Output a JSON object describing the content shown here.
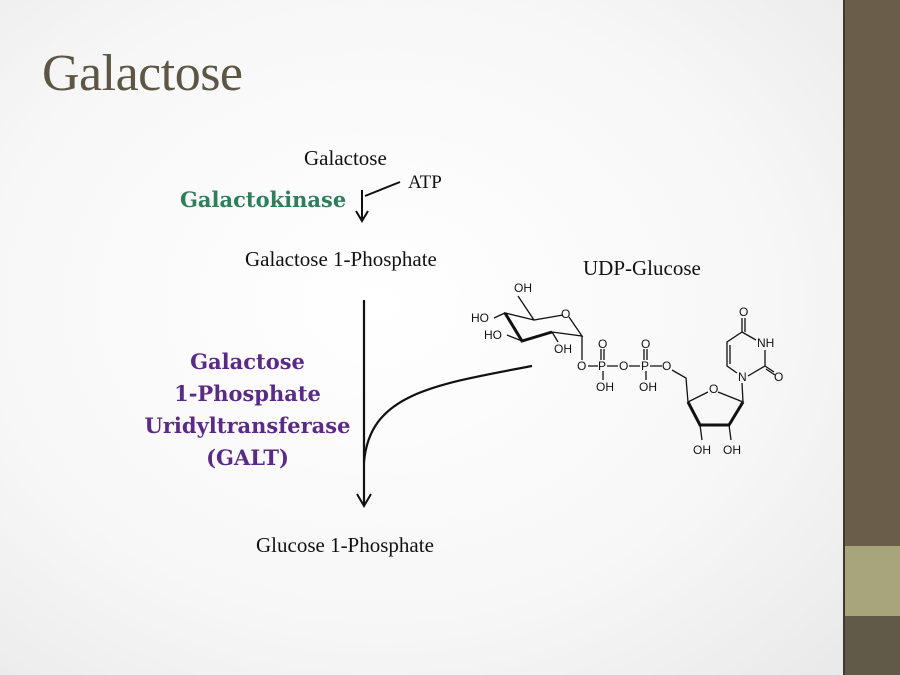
{
  "slide": {
    "title": "Galactose",
    "galactose": "Galactose",
    "atp": "ATP",
    "galactokinase": "Galactokinase",
    "gal1p": "Galactose 1-Phosphate",
    "udp_glucose": "UDP-Glucose",
    "galt_lines": [
      "Galactose",
      "1-Phosphate",
      "Uridyltransferase",
      "(GALT)"
    ],
    "glc1p": "Glucose 1-Phosphate"
  },
  "structure": {
    "labels": [
      "OH",
      "HO",
      "HO",
      "OH",
      "O",
      "O",
      "P",
      "O",
      "P",
      "O",
      "O",
      "O",
      "OH",
      "OH",
      "O",
      "OH",
      "OH",
      "N",
      "O",
      "NH",
      "O"
    ]
  },
  "colors": {
    "title": "#5d5645",
    "galactokinase": "#2e7d5b",
    "galt": "#5b2a86",
    "sidebar": "#6a5d4a",
    "sidebar_band": "#a8a57c"
  }
}
